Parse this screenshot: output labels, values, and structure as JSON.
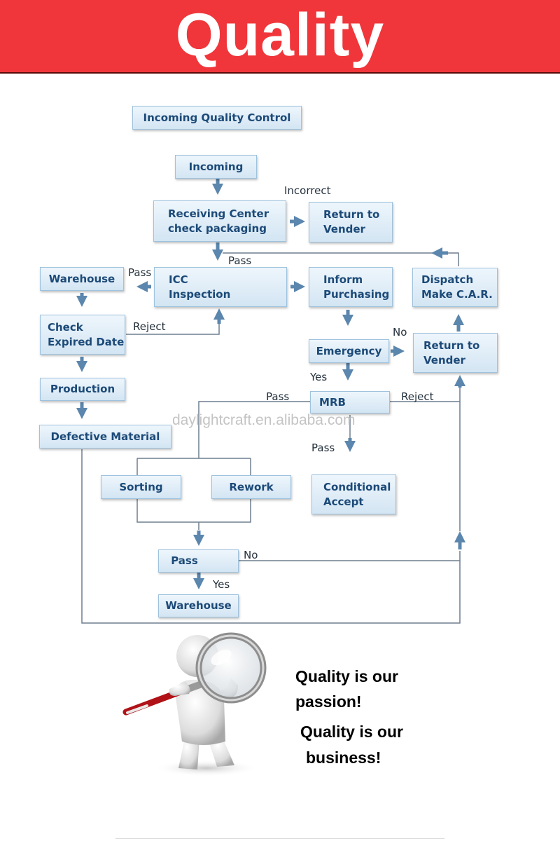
{
  "header": {
    "title": "Quality"
  },
  "diagram": {
    "title": "Incoming Quality Control",
    "nodes": {
      "incoming": "Incoming",
      "receiving_1": "Receiving Center",
      "receiving_2": "check packaging",
      "return1_1": "Return to",
      "return1_2": "Vender",
      "icc_1": "ICC",
      "icc_2": "Inspection",
      "inform_1": "Inform",
      "inform_2": "Purchasing",
      "dispatch_1": "Dispatch",
      "dispatch_2": "Make C.A.R.",
      "warehouse_top": "Warehouse",
      "check_1": "Check",
      "check_2": "Expired Date",
      "emergency": "Emergency",
      "return2_1": "Return to",
      "return2_2": "Vender",
      "production": "Production",
      "mrb": "MRB",
      "defective": "Defective Material",
      "sorting": "Sorting",
      "rework": "Rework",
      "conditional_1": "Conditional",
      "conditional_2": "Accept",
      "pass_box": "Pass",
      "warehouse_bottom": "Warehouse"
    },
    "edge_labels": {
      "incorrect": "Incorrect",
      "pass_receiving": "Pass",
      "pass_warehouse": "Pass",
      "reject_check": "Reject",
      "no_emergency": "No",
      "yes_emergency": "Yes",
      "pass_mrb_left": "Pass",
      "reject_mrb": "Reject",
      "pass_mrb_down": "Pass",
      "no_pass": "No",
      "yes_pass": "Yes"
    }
  },
  "watermark": "daylightcraft.en.alibaba.com",
  "slogans": {
    "line1": "Quality is our",
    "line2": "passion!",
    "line3": "Quality is our",
    "line4": "business!"
  },
  "colors": {
    "banner": "#f0363a",
    "box_text": "#1c4a78",
    "arrow": "#5b86ad",
    "line": "#6f7f8f"
  },
  "images": {
    "mascot": "magnifier-figure-icon"
  }
}
